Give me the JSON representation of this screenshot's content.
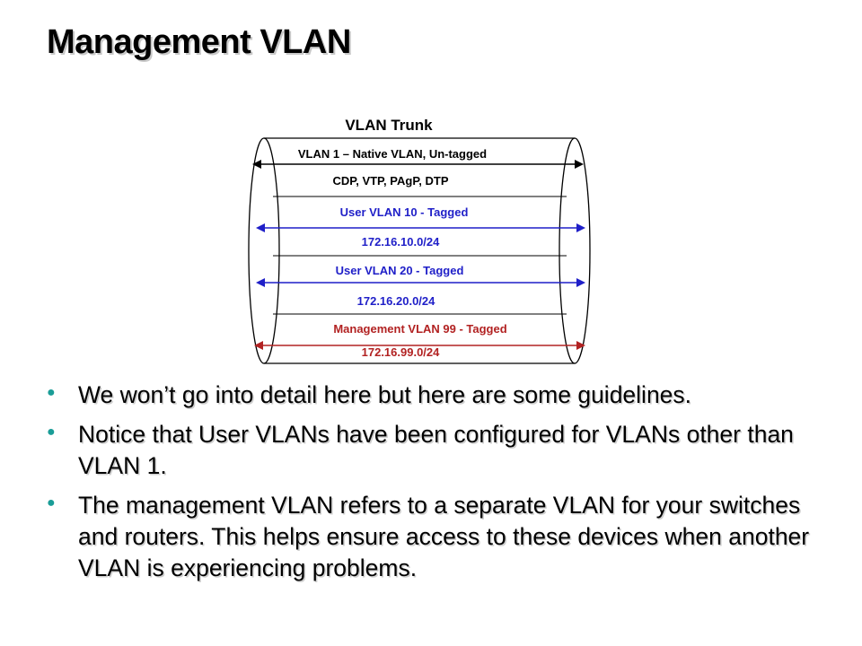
{
  "slide": {
    "title": "Management VLAN"
  },
  "diagram": {
    "title": "VLAN Trunk",
    "lanes": [
      {
        "label": "VLAN 1 – Native VLAN, Un-tagged",
        "sublabel": "CDP, VTP, PAgP, DTP",
        "color": "#000000"
      },
      {
        "label": "User VLAN 10 - Tagged",
        "sublabel": "172.16.10.0/24",
        "color": "#1f1fc8"
      },
      {
        "label": "User VLAN 20 - Tagged",
        "sublabel": "172.16.20.0/24",
        "color": "#1f1fc8"
      },
      {
        "label": "Management VLAN 99 - Tagged",
        "sublabel": "172.16.99.0/24",
        "color": "#b22222"
      }
    ]
  },
  "bullets": [
    {
      "text": "We won’t go into detail here but here are some guidelines."
    },
    {
      "text": "Notice that User VLANs have been configured for VLANs other than VLAN 1."
    },
    {
      "text": "The management VLAN refers to a separate VLAN for your switches and routers.  This helps ensure access to these devices when another VLAN is experiencing problems."
    }
  ],
  "colors": {
    "bullet": "#1a9d97",
    "user_vlan": "#1f1fc8",
    "management_vlan": "#b22222"
  }
}
